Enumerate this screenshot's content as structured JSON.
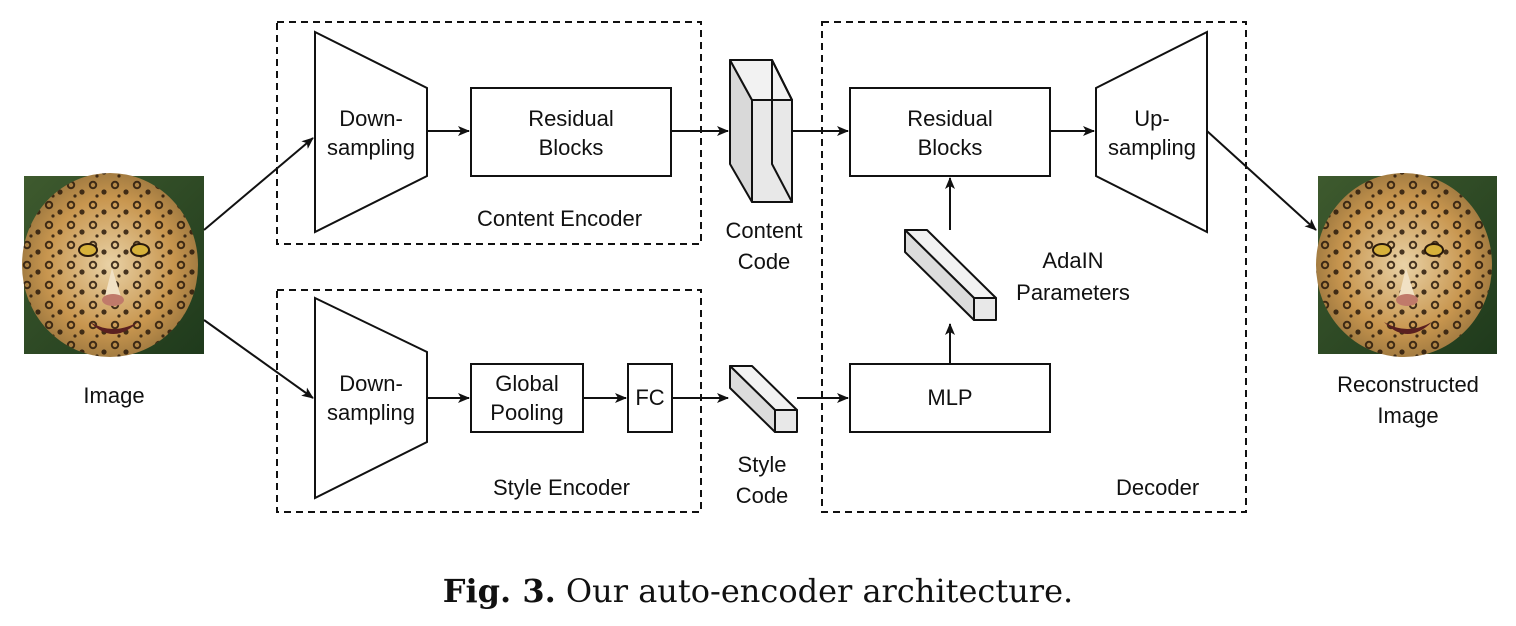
{
  "input_label": "Image",
  "output_label": [
    "Reconstructed",
    "Image"
  ],
  "content_encoder": {
    "title": "Content Encoder",
    "downsampling": [
      "Down-",
      "sampling"
    ],
    "residual": [
      "Residual",
      "Blocks"
    ]
  },
  "style_encoder": {
    "title": "Style Encoder",
    "downsampling": [
      "Down-",
      "sampling"
    ],
    "pooling": [
      "Global",
      "Pooling"
    ],
    "fc": "FC"
  },
  "content_code": [
    "Content",
    "Code"
  ],
  "style_code": [
    "Style",
    "Code"
  ],
  "decoder": {
    "title": "Decoder",
    "residual": [
      "Residual",
      "Blocks"
    ],
    "upsampling": [
      "Up-",
      "sampling"
    ],
    "mlp": "MLP",
    "adain": [
      "AdaIN",
      "Parameters"
    ]
  },
  "caption": {
    "prefix": "Fig. 3.",
    "text": "Our auto-encoder architecture."
  }
}
